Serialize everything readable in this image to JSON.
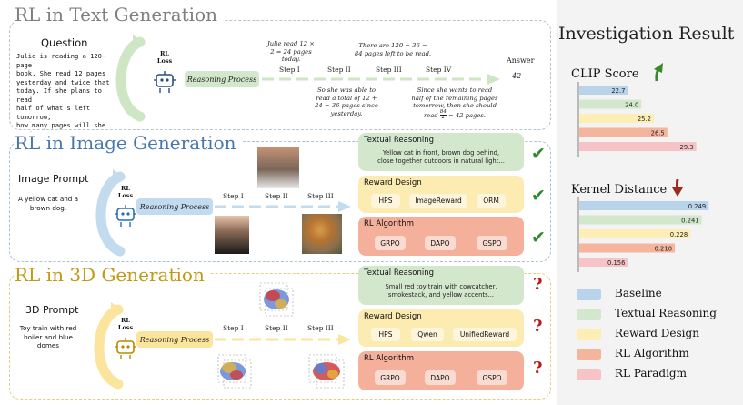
{
  "text_section": {
    "title": "RL in Text Generation",
    "question_head": "Question",
    "question_lines": [
      "Julie is reading a 120-page",
      "book. She read 12 pages",
      "yesterday and twice that",
      "today. If she plans to read",
      "half of what's left tomorrow,",
      "how many pages will she read?"
    ],
    "rl_loss": [
      "RL",
      "Loss"
    ],
    "reasoning_label": "Reasoning Process",
    "steps": [
      "Step I",
      "Step II",
      "Step III",
      "Step IV"
    ],
    "note_step1": [
      "Julie read 12 ×",
      "2 = 24 pages",
      "today."
    ],
    "note_step2": [
      "So she was able to",
      "read a total of 12 +",
      "24 = 36 pages since",
      "yesterday."
    ],
    "note_step3": [
      "There are 120 − 36 =",
      "84 pages left to be read."
    ],
    "note_step4": [
      "Since she wants to read",
      "half of the remaining pages",
      "tomorrow, then she should"
    ],
    "note_step4_tail_prefix": "read",
    "note_step4_frac_num": "84",
    "note_step4_frac_den": "2",
    "note_step4_tail_suffix": "= 42 pages.",
    "answer_label": "Answer",
    "answer_value": "42"
  },
  "image_section": {
    "title": "RL in Image Generation",
    "prompt_head": "Image Prompt",
    "prompt_lines": [
      "A yellow cat and a",
      "brown dog."
    ],
    "rl_loss": [
      "RL",
      "Loss"
    ],
    "reasoning_label": "Reasoning Process",
    "steps": [
      "Step I",
      "Step II",
      "Step III"
    ],
    "cards": {
      "textual": {
        "title": "Textual Reasoning",
        "lines": [
          "Yellow cat in front, brown dog behind,",
          "close together outdoors in natural light..."
        ]
      },
      "reward": {
        "title": "Reward Design",
        "chips": [
          "HPS",
          "ImageReward",
          "ORM"
        ]
      },
      "algo": {
        "title": "RL Algorithm",
        "chips": [
          "GRPO",
          "DAPO",
          "GSPO"
        ]
      }
    },
    "mark": "✔"
  },
  "threed_section": {
    "title": "RL in 3D Generation",
    "prompt_head": "3D Prompt",
    "prompt_lines": [
      "Toy train with red",
      "boiler and blue",
      "domes"
    ],
    "rl_loss": [
      "RL",
      "Loss"
    ],
    "reasoning_label": "Reasoning Process",
    "steps": [
      "Step I",
      "Step II",
      "Step III"
    ],
    "cards": {
      "textual": {
        "title": "Textual Reasoning",
        "lines": [
          "Small red toy train with cowcatcher,",
          "smokestack, and yellow accents..."
        ]
      },
      "reward": {
        "title": "Reward Design",
        "chips": [
          "HPS",
          "Qwen",
          "UnifiedReward"
        ]
      },
      "algo": {
        "title": "RL Algorithm",
        "chips": [
          "GRPO",
          "DAPO",
          "GSPO"
        ]
      }
    },
    "mark": "?"
  },
  "investigation": {
    "title": "Investigation Result",
    "colors": {
      "baseline": "#b9d3ea",
      "textual": "#d3e7cc",
      "reward": "#fdeeb5",
      "algo": "#f4b59c",
      "paradigm": "#f6c4c6"
    },
    "legend": [
      "Baseline",
      "Textual Reasoning",
      "Reward Design",
      "RL Algorithm",
      "RL Paradigm"
    ]
  },
  "chart_data": [
    {
      "type": "bar",
      "title": "CLIP Score",
      "orientation": "horizontal",
      "categories": [
        "Baseline",
        "Textual Reasoning",
        "Reward Design",
        "RL Algorithm",
        "RL Paradigm"
      ],
      "values": [
        22.7,
        24.0,
        25.2,
        26.5,
        29.3
      ],
      "value_labels": [
        "22.7",
        "24.0",
        "25.2",
        "26.5",
        "29.3"
      ],
      "trend": "up"
    },
    {
      "type": "bar",
      "title": "Kernel Distance",
      "orientation": "horizontal",
      "categories": [
        "Baseline",
        "Textual Reasoning",
        "Reward Design",
        "RL Algorithm",
        "RL Paradigm"
      ],
      "values": [
        0.249,
        0.241,
        0.228,
        0.21,
        0.156
      ],
      "value_labels": [
        "0.249",
        "0.241",
        "0.228",
        "0.210",
        "0.156"
      ],
      "trend": "down"
    }
  ]
}
